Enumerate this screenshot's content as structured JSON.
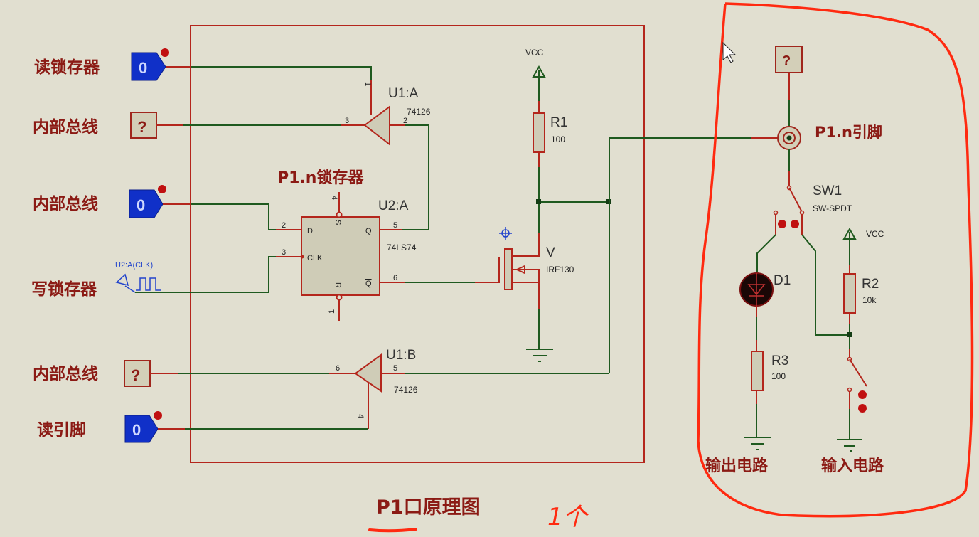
{
  "title": "P1口原理图",
  "annotation": "1个",
  "labels": {
    "read_latch": "读锁存器",
    "bus1": "内部总线",
    "bus2": "内部总线",
    "write_latch": "写锁存器",
    "bus3": "内部总线",
    "read_pin": "读引脚",
    "latch_title": "P1.n锁存器",
    "pin_title": "P1.n引脚",
    "output_circuit": "输出电路",
    "input_circuit": "输入电路",
    "clk_probe": "U2:A(CLK)"
  },
  "probes": {
    "logic_state": "0",
    "unknown_state": "?"
  },
  "components": {
    "u1a": {
      "ref": "U1:A",
      "part": "74126",
      "pins": [
        "1",
        "3",
        "2"
      ]
    },
    "u1b": {
      "ref": "U1:B",
      "part": "74126",
      "pins": [
        "6",
        "5",
        "4"
      ]
    },
    "u2a": {
      "ref": "U2:A",
      "part": "74LS74",
      "pins": {
        "d": "2",
        "clk": "3",
        "s": "4",
        "r": "1",
        "q": "5",
        "qn": "6"
      },
      "pin_names": {
        "d": "D",
        "clk": "CLK",
        "s": "S",
        "r": "R",
        "q": "Q",
        "qn": "Q"
      }
    },
    "r1": {
      "ref": "R1",
      "value": "100"
    },
    "r2": {
      "ref": "R2",
      "value": "10k"
    },
    "r3": {
      "ref": "R3",
      "value": "100"
    },
    "v": {
      "ref": "V",
      "part": "IRF130"
    },
    "sw1": {
      "ref": "SW1",
      "part": "SW-SPDT"
    },
    "d1": {
      "ref": "D1"
    },
    "vcc1": "VCC",
    "vcc2": "VCC"
  },
  "colors": {
    "wire": "#1f5a1f",
    "pin": "#b4261c",
    "label": "#8b1a14",
    "probe_blue": "#1030c8",
    "annotation": "#ff2a10"
  }
}
